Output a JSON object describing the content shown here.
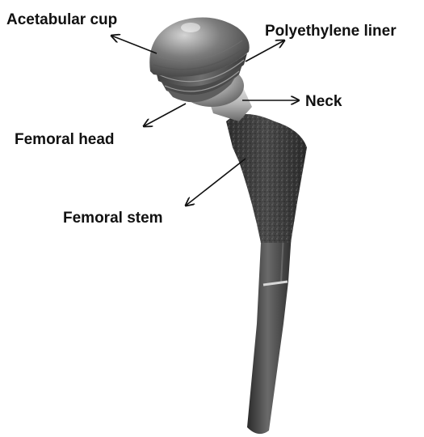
{
  "diagram": {
    "labels": {
      "acetabular_cup": "Acetabular cup",
      "polyethylene_liner": "Polyethylene liner",
      "neck": "Neck",
      "femoral_head": "Femoral head",
      "femoral_stem": "Femoral stem"
    },
    "colors": {
      "background": "#ffffff",
      "text": "#111111",
      "arrow": "#111111",
      "cup": "#7d7d7d",
      "liner": "#5c5c5c",
      "metal": "#bdbdbd",
      "porous_coating": "#3a3a3a",
      "stem": "#4a4a4a"
    }
  }
}
